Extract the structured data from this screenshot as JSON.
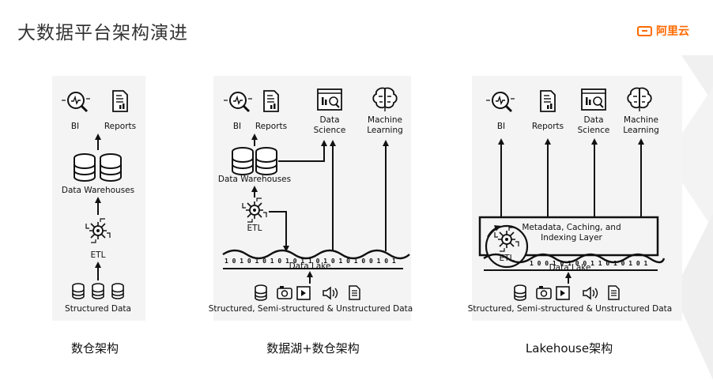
{
  "header": {
    "title": "大数据平台架构演进",
    "brand": "阿里云"
  },
  "panels": [
    {
      "caption": "数仓架构",
      "bi": "BI",
      "reports": "Reports",
      "warehouses": "Data Warehouses",
      "etl": "ETL",
      "source": "Structured Data"
    },
    {
      "caption": "数据湖+数仓架构",
      "bi": "BI",
      "reports": "Reports",
      "science_1": "Data",
      "science_2": "Science",
      "ml_1": "Machine",
      "ml_2": "Learning",
      "warehouses": "Data Warehouses",
      "etl": "ETL",
      "lake": "Data Lake",
      "source": "Structured, Semi-structured & Unstructured Data"
    },
    {
      "caption": "Lakehouse架构",
      "bi": "BI",
      "reports": "Reports",
      "science_1": "Data",
      "science_2": "Science",
      "ml_1": "Machine",
      "ml_2": "Learning",
      "meta_1": "Metadata, Caching, and",
      "meta_2": "Indexing Layer",
      "etl": "ETL",
      "lake": "Data Lake",
      "source": "Structured, Semi-structured & Unstructured Data"
    }
  ],
  "icons": [
    "search-chart-icon",
    "report-icon",
    "data-science-icon",
    "brain-icon",
    "database-icon",
    "etl-gear-icon",
    "camera-icon",
    "play-icon",
    "speaker-icon",
    "document-icon"
  ],
  "colors": {
    "accent": "#ff6a00",
    "ink": "#111111",
    "panel_bg": "#f4f4f4"
  }
}
